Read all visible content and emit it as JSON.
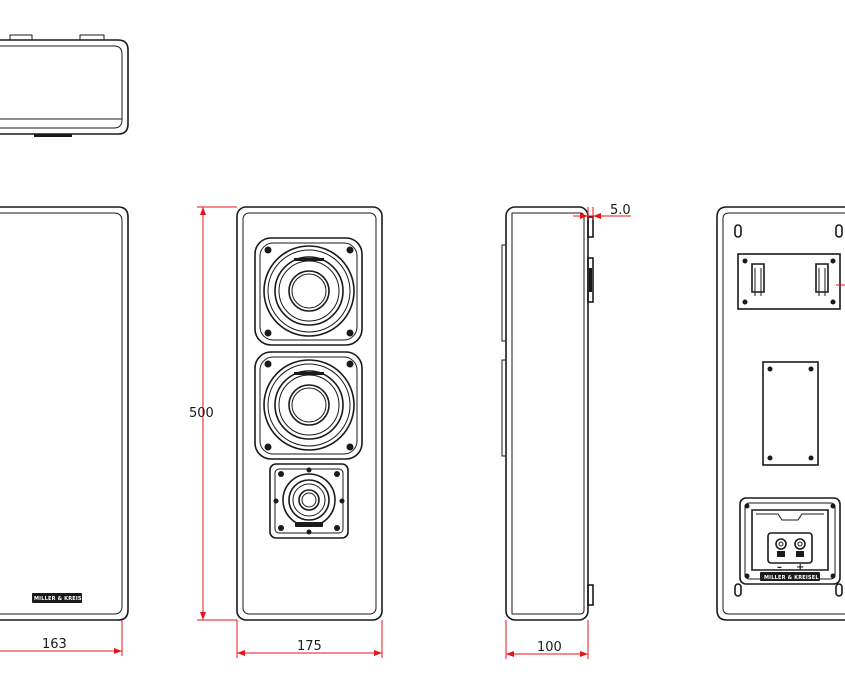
{
  "dimensions": {
    "depth_top": "163",
    "height": "500",
    "width_front": "175",
    "depth_side": "100",
    "offset": "5.0"
  },
  "branding": {
    "logo_text": "MILLER & KREISEL"
  },
  "terminals": {
    "minus": "–",
    "plus": "+"
  },
  "colors": {
    "line": "#1a1a1a",
    "dimension": "#e8141c",
    "background": "#ffffff"
  }
}
